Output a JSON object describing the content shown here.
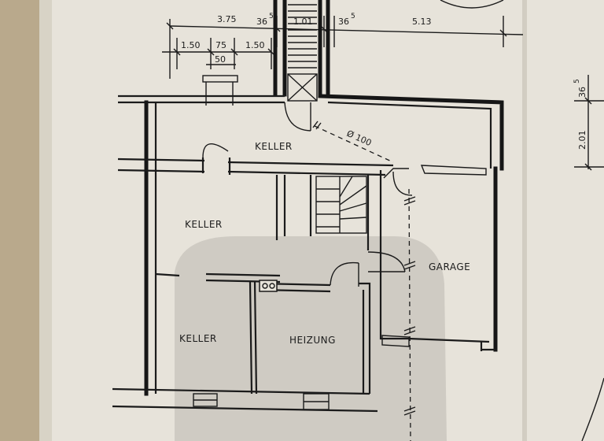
{
  "rooms": {
    "keller_top": "KELLER",
    "keller_left": "KELLER",
    "keller_bottom": "KELLER",
    "heizung": "HEIZUNG",
    "garage": "GARAGE"
  },
  "dimensions": {
    "d375": "3.75",
    "d36_a": "36",
    "d5_a": "5",
    "d101": "1.01",
    "d36_b": "36",
    "d5_b": "5",
    "d513": "5.13",
    "d150_a": "1.50",
    "d75": "75",
    "d150_b": "1.50",
    "d50": "50",
    "d201": "2.01",
    "d36_c": "36",
    "d5_c": "5"
  },
  "annotations": {
    "pipe": "Ø 100"
  },
  "colors": {
    "paper": "#e7e3da",
    "ink": "#161616",
    "background": "#b9ab8f"
  }
}
